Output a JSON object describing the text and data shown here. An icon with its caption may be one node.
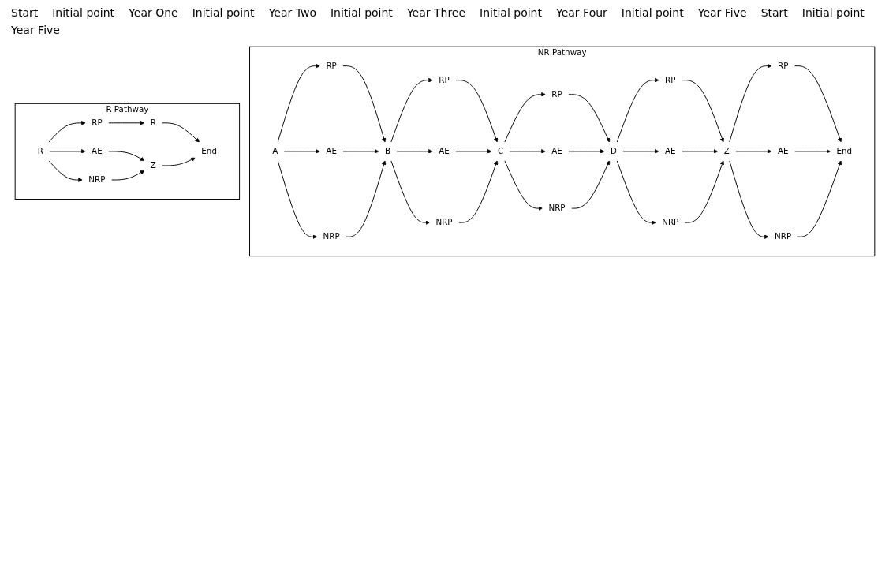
{
  "diagram": {
    "nodes": [
      {
        "text": [
          "NR Pathway"
        ]
      },
      {
        "text": [
          "A"
        ],
        "in": 0
      },
      {
        "text": [
          "RP"
        ],
        "in": 0
      },
      {
        "text": [
          "AE"
        ],
        "in": 0
      },
      {
        "text": [
          "NRP"
        ],
        "in": 0
      },
      {
        "text": [
          "B"
        ],
        "in": 0
      },
      {
        "text": [
          "RP"
        ],
        "in": 0
      },
      {
        "text": [
          "AE"
        ],
        "in": 0
      },
      {
        "text": [
          "NRP"
        ],
        "in": 0
      },
      {
        "text": [
          "C"
        ],
        "in": 0
      },
      {
        "text": [
          "RP"
        ],
        "in": 0
      },
      {
        "text": [
          "AE"
        ],
        "in": 0
      },
      {
        "text": [
          "NRP"
        ],
        "in": 0
      },
      {
        "text": [
          "D"
        ],
        "in": 0
      },
      {
        "text": [
          "RP"
        ],
        "in": 0
      },
      {
        "text": [
          "AE"
        ],
        "in": 0
      },
      {
        "text": [
          "NRP"
        ],
        "in": 0
      },
      {
        "text": [
          "Z"
        ],
        "in": 0
      },
      {
        "text": [
          "RP"
        ],
        "in": 0
      },
      {
        "text": [
          "AE"
        ],
        "in": 0
      },
      {
        "text": [
          "NRP"
        ],
        "in": 0
      },
      {
        "text": [
          "End"
        ],
        "in": 0
      },
      {
        "text": [
          "R Pathway"
        ]
      },
      {
        "text": [
          "R"
        ],
        "in": 22
      },
      {
        "text": [
          "RP"
        ],
        "in": 22
      },
      {
        "text": [
          "AE"
        ],
        "in": 22
      },
      {
        "text": [
          "NRP"
        ],
        "in": 22
      },
      {
        "text": [
          "R"
        ],
        "in": 22
      },
      {
        "text": [
          "Z"
        ],
        "in": 22
      },
      {
        "text": [
          "End"
        ],
        "in": 22
      }
    ],
    "edges": [
      {
        "from": 1,
        "to": 2,
        "arrow": "to"
      },
      {
        "from": 1,
        "to": 3,
        "arrow": "to"
      },
      {
        "from": 1,
        "to": 4,
        "arrow": "to"
      },
      {
        "from": 2,
        "to": 5,
        "arrow": "to"
      },
      {
        "from": 3,
        "to": 5,
        "arrow": "to"
      },
      {
        "from": 4,
        "to": 5,
        "arrow": "to"
      },
      {
        "from": 5,
        "to": 6,
        "arrow": "to"
      },
      {
        "from": 5,
        "to": 7,
        "arrow": "to"
      },
      {
        "from": 5,
        "to": 8,
        "arrow": "to"
      },
      {
        "from": 6,
        "to": 9,
        "arrow": "to"
      },
      {
        "from": 7,
        "to": 9,
        "arrow": "to"
      },
      {
        "from": 8,
        "to": 9,
        "arrow": "to"
      },
      {
        "from": 9,
        "to": 10,
        "arrow": "to"
      },
      {
        "from": 9,
        "to": 11,
        "arrow": "to"
      },
      {
        "from": 9,
        "to": 12,
        "arrow": "to"
      },
      {
        "from": 10,
        "to": 13,
        "arrow": "to"
      },
      {
        "from": 11,
        "to": 13,
        "arrow": "to"
      },
      {
        "from": 12,
        "to": 13,
        "arrow": "to"
      },
      {
        "from": 13,
        "to": 14,
        "arrow": "to"
      },
      {
        "from": 13,
        "to": 15,
        "arrow": "to"
      },
      {
        "from": 13,
        "to": 16,
        "arrow": "to"
      },
      {
        "from": 14,
        "to": 17,
        "arrow": "to"
      },
      {
        "from": 15,
        "to": 17,
        "arrow": "to"
      },
      {
        "from": 16,
        "to": 17,
        "arrow": "to"
      },
      {
        "from": 17,
        "to": 18,
        "arrow": "to"
      },
      {
        "from": 17,
        "to": 19,
        "arrow": "to"
      },
      {
        "from": 17,
        "to": 20,
        "arrow": "to"
      },
      {
        "from": 18,
        "to": 21,
        "arrow": "to"
      },
      {
        "from": 19,
        "to": 21,
        "arrow": "to"
      },
      {
        "from": 20,
        "to": 21,
        "arrow": "to"
      },
      {
        "from": 23,
        "to": 24,
        "arrow": "to"
      },
      {
        "from": 23,
        "to": 25,
        "arrow": "to"
      },
      {
        "from": 23,
        "to": 26,
        "arrow": "to"
      },
      {
        "from": 24,
        "to": 27,
        "arrow": "to"
      },
      {
        "from": 25,
        "to": 28,
        "arrow": "to"
      },
      {
        "from": 26,
        "to": 28,
        "arrow": "to"
      },
      {
        "from": 27,
        "to": 29,
        "arrow": "to"
      },
      {
        "from": 28,
        "to": 29,
        "arrow": "to"
      }
    ],
    "labels": [
      "Start",
      "Initial point",
      "Year One",
      "Initial point",
      "Year Two",
      "Initial point",
      "Year Three",
      "Initial point",
      "Year Four",
      "Initial point",
      "Year Five",
      "Start",
      "Initial point",
      "Year Five"
    ]
  }
}
